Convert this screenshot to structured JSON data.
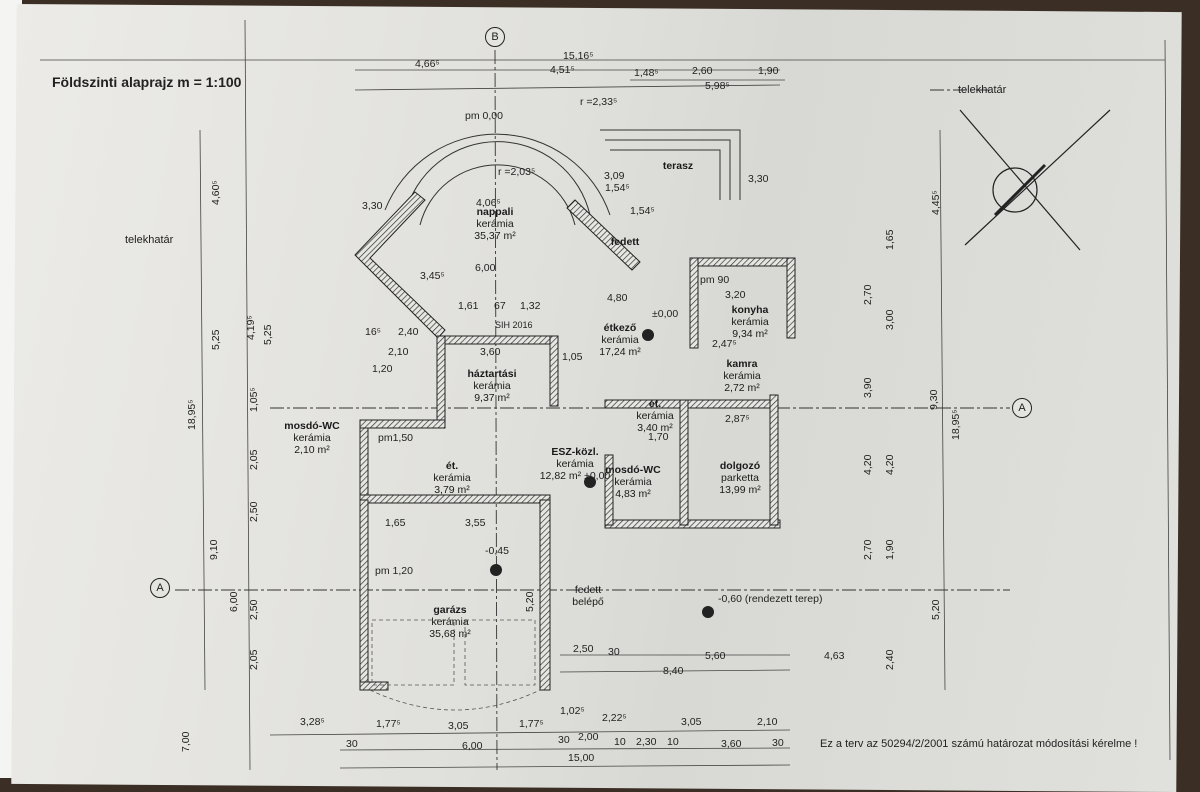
{
  "title": "Földszinti alaprajz m = 1:100",
  "property_line_label": "telekhatár",
  "axis_labels": {
    "a": "A",
    "b": "B"
  },
  "rooms": [
    {
      "name": "nappali",
      "floor": "kerámia",
      "area": "35,37 m²"
    },
    {
      "name": "terasz"
    },
    {
      "name": "fedett"
    },
    {
      "name": "étkező",
      "floor": "kerámia",
      "area": "17,24 m²"
    },
    {
      "name": "konyha",
      "floor": "kerámia",
      "area": "9,34 m²"
    },
    {
      "name": "kamra",
      "floor": "kerámia",
      "area": "2,72 m²"
    },
    {
      "name": "háztartási",
      "floor": "kerámia",
      "area": "9,37 m²"
    },
    {
      "name": "mosdó-WC",
      "floor": "kerámia",
      "area": "2,10 m²"
    },
    {
      "name": "ét.",
      "floor": "kerámia",
      "area": "3,79 m²"
    },
    {
      "name": "ESZ-közl.",
      "floor": "kerámia",
      "area": "12,82 m² ±0,00"
    },
    {
      "name": "ét.",
      "floor": "kerámia",
      "area": "3,40 m²"
    },
    {
      "name": "mosdó-WC",
      "floor": "kerámia",
      "area": "4,83 m²"
    },
    {
      "name": "dolgozó",
      "floor": "parketta",
      "area": "13,99 m²"
    },
    {
      "name": "garázs",
      "floor": "kerámia",
      "area": "35,68 m²"
    },
    {
      "name": "fedett",
      "floor": "belépő"
    }
  ],
  "levels": {
    "dining": "±0,00",
    "garage": "-0,45",
    "terrain": "-0,60 (rendezett terep)"
  },
  "annotations": {
    "chimney": "SIH 2016",
    "radius_outer": "r =2,33⁵",
    "radius_inner": "r =2,03⁵",
    "pm_0": "pm 0,00",
    "pm_90": "pm 90",
    "pm_150": "pm1,50",
    "pm_120": "pm 1,20"
  },
  "dimensions": {
    "top": [
      "4,66⁵",
      "15,16⁵",
      "4,51⁵",
      "1,48⁵",
      "2,60",
      "1,90",
      "5,98⁵",
      "4,06⁵",
      "3,30",
      "3,09",
      "1,54⁵",
      "1,54⁵",
      "3,30"
    ],
    "inner": [
      "1,61",
      "67",
      "1,32",
      "4,80",
      "3,20",
      "2,47⁵",
      "16⁵",
      "2,40",
      "2,10",
      "1,20",
      "3,60",
      "1,05",
      "6,00",
      "3,45⁵",
      "2,87⁵",
      "1,70",
      "1,65",
      "3,55",
      "5,20",
      "4,20"
    ],
    "bottom": [
      "3,28⁵",
      "1,77⁵",
      "3,05",
      "1,77⁵",
      "1,02⁵",
      "2,22⁵",
      "3,05",
      "2,10",
      "30",
      "6,00",
      "30",
      "2,00",
      "10",
      "2,30",
      "10",
      "3,60",
      "30",
      "15,00",
      "2,50",
      "30",
      "5,60",
      "8,40",
      "4,63",
      "7,00"
    ],
    "left": [
      "18,95⁵",
      "4,60⁵",
      "5,25",
      "4,19⁵",
      "5,25",
      "9,10",
      "6,00",
      "2,05",
      "2,50",
      "1,05⁵",
      "2,05",
      "2,50"
    ],
    "right": [
      "4,45⁵",
      "9,30",
      "18,95⁵",
      "5,20",
      "1,65",
      "3,00",
      "2,70",
      "3,90",
      "4,20",
      "2,70",
      "1,90",
      "2,40"
    ]
  },
  "note": "Ez a terv az 50294/2/2001 számú határozat módosítási kérelme !"
}
